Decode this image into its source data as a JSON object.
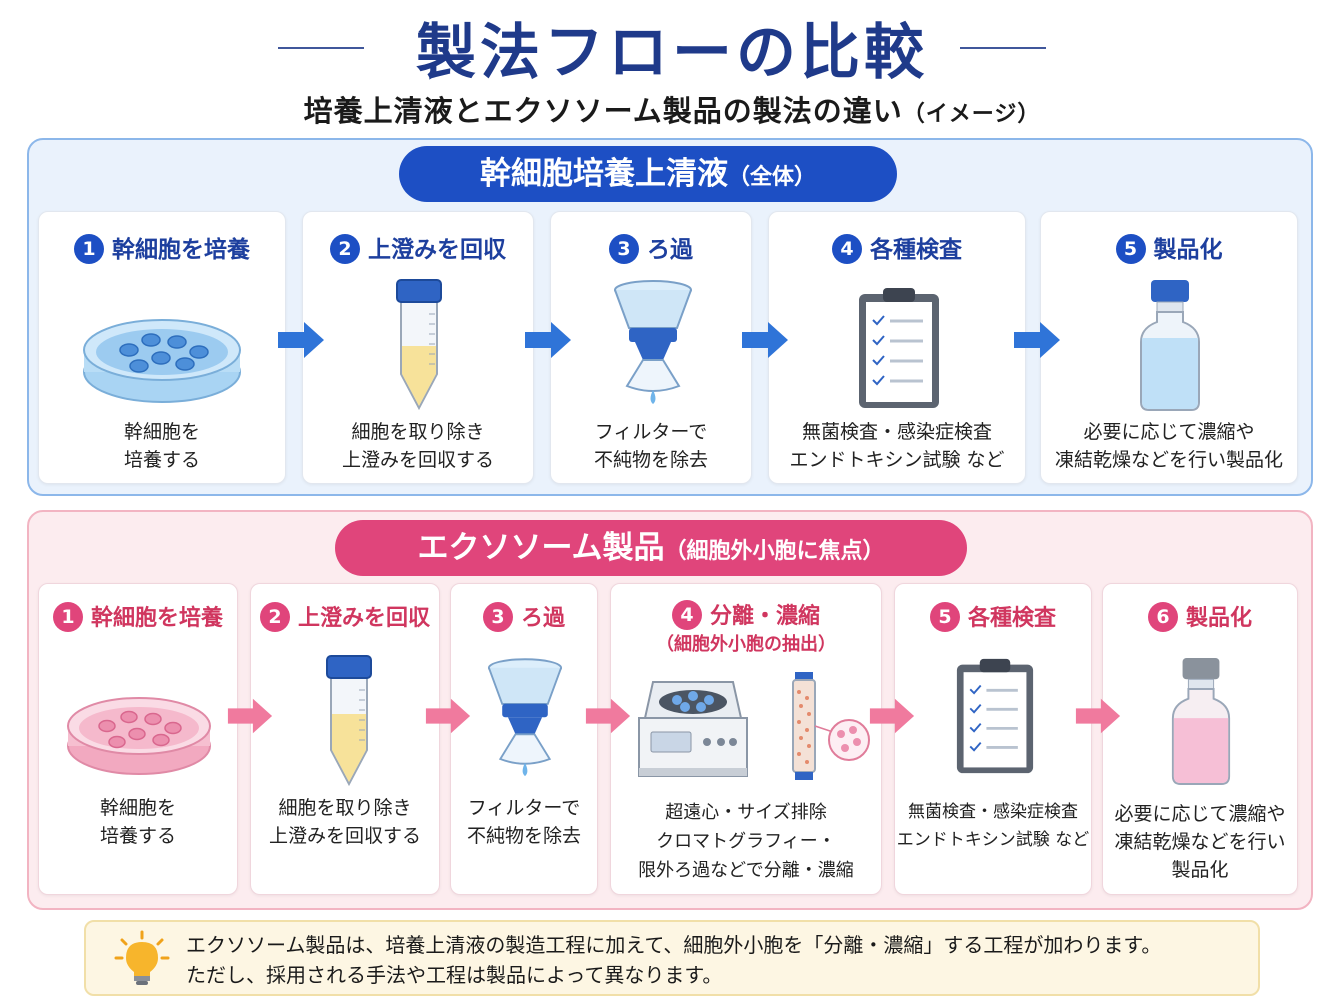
{
  "header": {
    "title": "製法フローの比較",
    "subtitle": "培養上清液とエクソソーム製品の製法の違い",
    "subtitle_paren": "（イメージ）"
  },
  "section_top": {
    "label": "幹細胞培養上清液",
    "label_paren": "（全体）",
    "steps": [
      {
        "num": "1",
        "title": "幹細胞を培養",
        "desc1": "幹細胞を",
        "desc2": "培養する",
        "icon": "petri-dish-icon"
      },
      {
        "num": "2",
        "title": "上澄みを回収",
        "desc1": "細胞を取り除き",
        "desc2": "上澄みを回収する",
        "icon": "tube-icon"
      },
      {
        "num": "3",
        "title": "ろ過",
        "desc1": "フィルターで",
        "desc2": "不純物を除去",
        "icon": "filter-icon"
      },
      {
        "num": "4",
        "title": "各種検査",
        "desc1": "無菌検査・感染症検査",
        "desc2": "エンドトキシン試験 など",
        "icon": "clipboard-icon"
      },
      {
        "num": "5",
        "title": "製品化",
        "desc1": "必要に応じて濃縮や",
        "desc2": "凍結乾燥などを行い製品化",
        "icon": "vial-icon"
      }
    ]
  },
  "section_bottom": {
    "label": "エクソソーム製品",
    "label_paren": "（細胞外小胞に焦点）",
    "steps": [
      {
        "num": "1",
        "title": "幹細胞を培養",
        "desc1": "幹細胞を",
        "desc2": "培養する",
        "icon": "petri-dish-icon"
      },
      {
        "num": "2",
        "title": "上澄みを回収",
        "desc1": "細胞を取り除き",
        "desc2": "上澄みを回収する",
        "icon": "tube-icon"
      },
      {
        "num": "3",
        "title": "ろ過",
        "desc1": "フィルターで",
        "desc2": "不純物を除去",
        "icon": "filter-icon"
      },
      {
        "num": "4",
        "title": "分離・濃縮",
        "subtitle": "（細胞外小胞の抽出）",
        "desc1": "超遠心・サイズ排除",
        "desc2": "クロマトグラフィー・",
        "desc3": "限外ろ過などで分離・濃縮",
        "icon": "centrifuge-icon"
      },
      {
        "num": "5",
        "title": "各種検査",
        "desc1": "無菌検査・感染症検査",
        "desc2": "エンドトキシン試験 など",
        "icon": "clipboard-icon"
      },
      {
        "num": "6",
        "title": "製品化",
        "desc1": "必要に応じて濃縮や",
        "desc2": "凍結乾燥などを行い",
        "desc3": "製品化",
        "icon": "vial-icon"
      }
    ]
  },
  "note": {
    "line1": "エクソソーム製品は、培養上清液の製造工程に加えて、細胞外小胞を「分離・濃縮」する工程が加わります。",
    "line2": "ただし、採用される手法や工程は製品によって異なります。",
    "icon": "lightbulb-icon"
  },
  "colors": {
    "blue": "#1d4fc4",
    "pink": "#e0457b",
    "navy": "#1f3a8a"
  }
}
